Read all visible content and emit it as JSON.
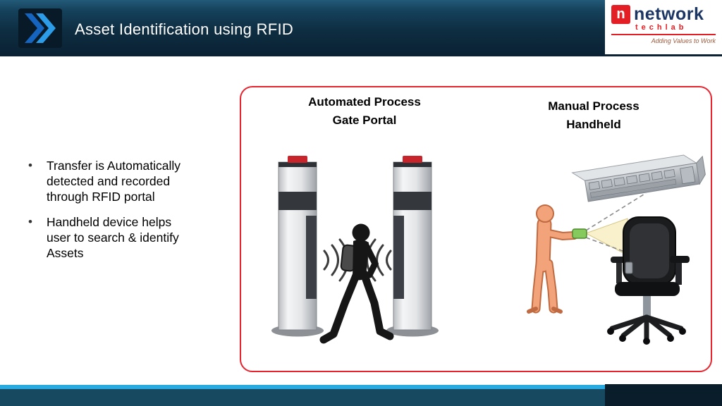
{
  "header": {
    "title": "Asset Identification using RFID"
  },
  "logo": {
    "n_mark": "n",
    "brand": "network",
    "sub_brand": "techlab",
    "tagline": "Adding Values to Work"
  },
  "bullets": [
    "Transfer is Automatically detected and recorded through RFID portal",
    "Handheld device helps user to search & identify Assets"
  ],
  "panel": {
    "automated": {
      "line1": "Automated Process",
      "line2": "Gate Portal"
    },
    "manual": {
      "line1": "Manual Process",
      "line2": "Handheld"
    }
  },
  "icons": {
    "header_left": "double-chevron-right-icon",
    "illustration": [
      "gate-portal",
      "rfid-waves",
      "walking-person",
      "scanning-person",
      "handheld-scanner",
      "rack-server",
      "office-chair"
    ]
  },
  "colors": {
    "header_bg": "#0e2d41",
    "chevron_blue_dark": "#1464c0",
    "chevron_blue_light": "#2d9ce8",
    "logo_red": "#e31e24",
    "logo_navy": "#1c3664",
    "panel_border": "#e8232e",
    "portal_cap_red": "#c8242b",
    "scanner_green": "#86c95c",
    "figure_orange": "#f2a379",
    "footer_cyan": "#29abe2",
    "footer_navy": "#174961",
    "footer_dark": "#0a1d2b"
  }
}
